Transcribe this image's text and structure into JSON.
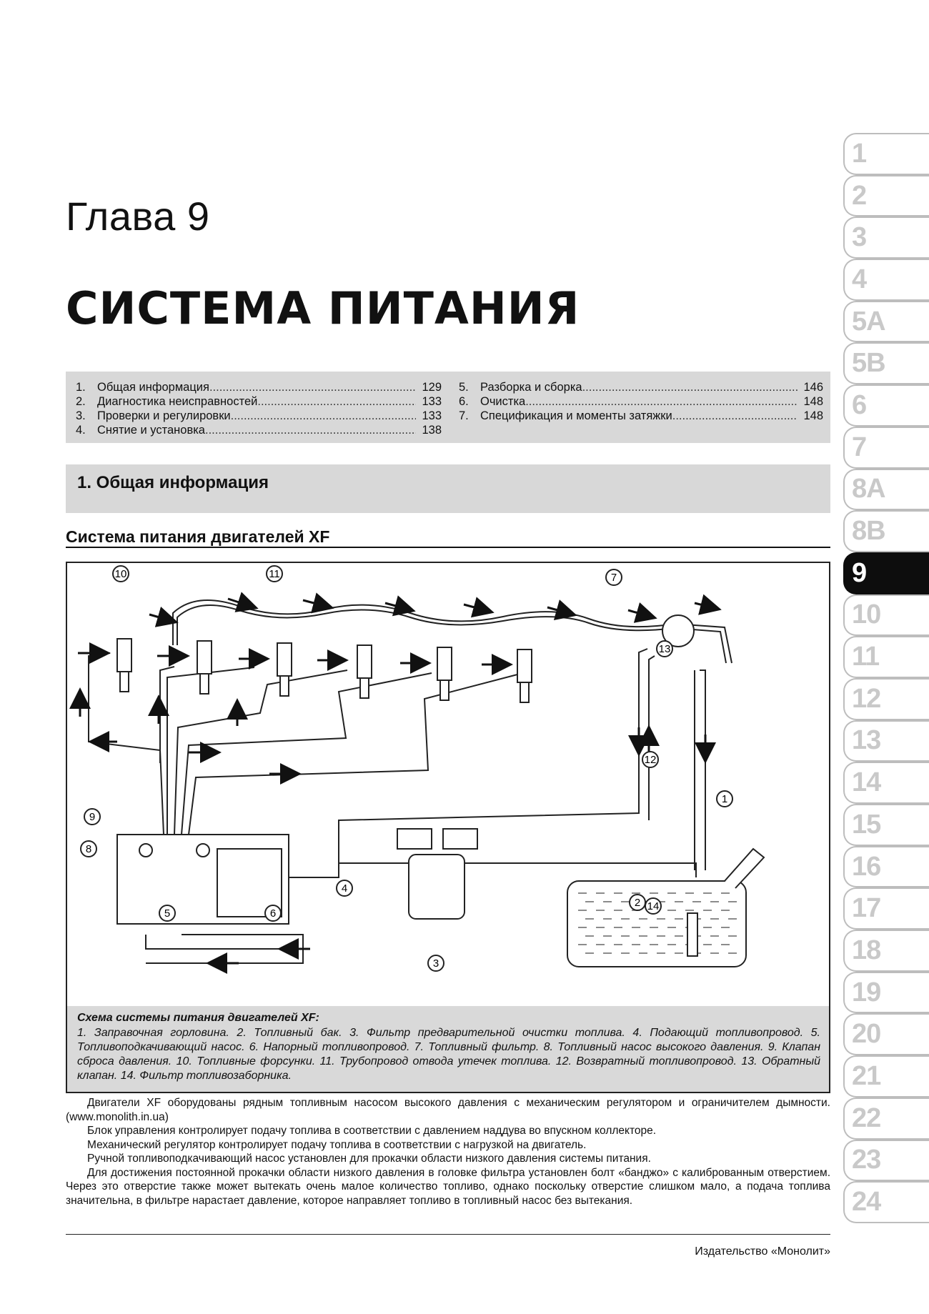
{
  "chapter_label": "Глава 9",
  "chapter_title": "СИСТЕМА ПИТАНИЯ",
  "tabs": [
    "1",
    "2",
    "3",
    "4",
    "5A",
    "5B",
    "6",
    "7",
    "8A",
    "8B",
    "9",
    "10",
    "11",
    "12",
    "13",
    "14",
    "15",
    "16",
    "17",
    "18",
    "19",
    "20",
    "21",
    "22",
    "23",
    "24"
  ],
  "active_tab": "9",
  "toc_left": [
    {
      "num": "1.",
      "text": "Общая информация",
      "page": "129"
    },
    {
      "num": "2.",
      "text": "Диагностика неисправностей",
      "page": "133"
    },
    {
      "num": "3.",
      "text": "Проверки и регулировки",
      "page": "133"
    },
    {
      "num": "4.",
      "text": "Снятие и установка",
      "page": "138"
    }
  ],
  "toc_right": [
    {
      "num": "5.",
      "text": "Разборка и сборка",
      "page": "146"
    },
    {
      "num": "6.",
      "text": "Очистка",
      "page": "148"
    },
    {
      "num": "7.",
      "text": "Спецификация и моменты затяжки",
      "page": "148"
    }
  ],
  "section_title": "1. Общая информация",
  "subsection_title": "Система питания двигателей XF",
  "diagram_callouts": [
    "1",
    "2",
    "3",
    "4",
    "5",
    "6",
    "7",
    "8",
    "9",
    "10",
    "11",
    "12",
    "13",
    "14"
  ],
  "caption_title": "Схема системы питания двигателей XF:",
  "caption_text": "1. Заправочная горловина. 2. Топливный бак. 3. Фильтр предварительной очистки топлива. 4. Подающий топливопровод. 5. Топливоподкачивающий насос. 6. Напорный топливопровод. 7. Топливный фильтр. 8. Топливный насос высокого давления. 9. Клапан сброса давления. 10. Топливные форсунки. 11. Трубопровод отвода утечек топлива. 12. Возвратный топливопровод. 13. Обратный клапан. 14. Фильтр топливозаборника.",
  "body_paragraphs": [
    "Двигатели XF оборудованы рядным топливным насосом высокого давления с механическим регулятором и ограничителем дымности. (www.monolith.in.ua)",
    "Блок управления контролирует подачу топлива в соответствии с давлением наддува во впускном коллекторе.",
    "Механический регулятор контролирует подачу топлива в соответствии с нагрузкой на двигатель.",
    "Ручной топливоподкачивающий насос установлен для прокачки области низкого давления системы питания.",
    "Для достижения постоянной прокачки области низкого давления в головке фильтра установлен болт «банджо» с калиброванным отверстием. Через это отверстие также может вытекать очень малое количество топливо, однако поскольку отверстие слишком мало, а подача топлива значительна, в фильтре нарастает давление, которое направляет топливо в топливный насос без вытекания."
  ],
  "footer": "Издательство «Монолит»"
}
